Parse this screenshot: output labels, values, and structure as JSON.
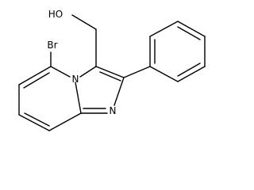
{
  "molecule": {
    "atoms": {
      "hydroxyl": "HO",
      "bromine": "Br",
      "bridgehead_nitrogen": "N",
      "ring_nitrogen": "N"
    }
  },
  "colors": {
    "bond": "#000000",
    "text": "#000000",
    "background": "#ffffff"
  }
}
